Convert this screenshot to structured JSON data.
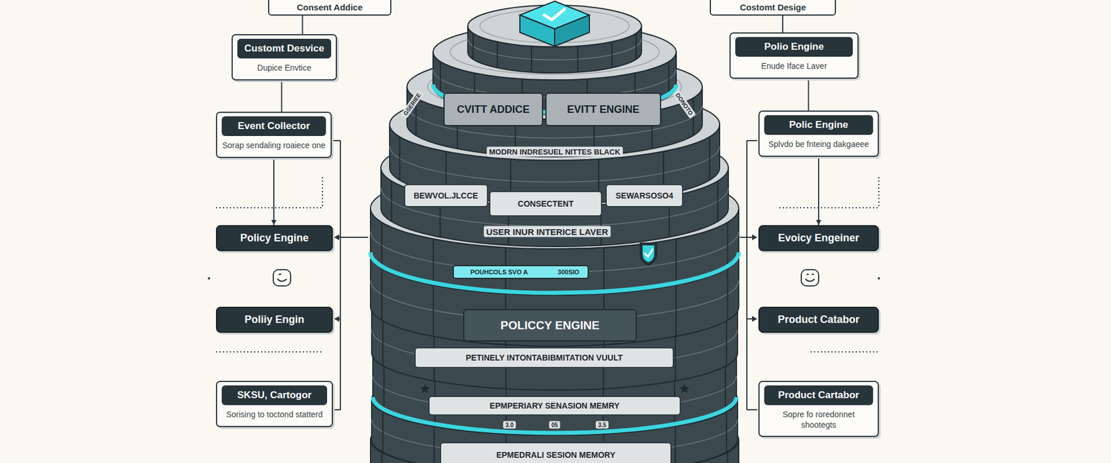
{
  "diagram": {
    "nodes": [
      {
        "text": [
          "Consent Addice"
        ]
      },
      {
        "text": [
          "Customt Desvice",
          "Dupice Envtice"
        ]
      },
      {
        "text": [
          "Event Collector",
          "Sorap sendaling roaiece one"
        ]
      },
      {
        "text": [
          "Policy Engine"
        ]
      },
      {
        "text": [
          "Poliiy Engin"
        ]
      },
      {
        "text": [
          "SKSU, Cartogor",
          "Sorising to toctond statterd"
        ]
      },
      {
        "text": [
          "CVITT ADDICE"
        ]
      },
      {
        "text": [
          "EVITT ENGINE"
        ]
      },
      {
        "text": [
          "BEWVOL.JLCCE"
        ]
      },
      {
        "text": [
          "CONSECTENT"
        ]
      },
      {
        "text": [
          "SEWARSOSO4"
        ]
      },
      {
        "text": [
          "POLICCY ENGINE"
        ]
      },
      {
        "text": [
          "PETINELY INTONTABIBMITATION VUULT"
        ]
      },
      {
        "text": [
          "EPMPERIARY SENASION MEMRY"
        ]
      },
      {
        "text": [
          "EPMEDRALI SESION MEMORY"
        ]
      },
      {
        "text": [
          "Costomt Desige"
        ]
      },
      {
        "text": [
          "Polio Engine",
          "Enude Iface Laver"
        ]
      },
      {
        "text": [
          "Polic Engine",
          "Splvdo be fnteing dakgaeee"
        ]
      },
      {
        "text": [
          "Evoicy Engeiner"
        ]
      },
      {
        "text": [
          "Product Catabor"
        ]
      },
      {
        "text": [
          "Product Cartabor",
          "Sopre fo roredonnet shootegts"
        ]
      }
    ],
    "edges": [
      {
        "from": 0,
        "to": 1,
        "arrow": "none"
      },
      {
        "from": 1,
        "to": 2,
        "arrow": "none"
      },
      {
        "from": 2,
        "to": 3,
        "arrow": "to"
      },
      {
        "from": 15,
        "to": 16,
        "arrow": "none"
      },
      {
        "from": 16,
        "to": 17,
        "arrow": "none"
      },
      {
        "from": 17,
        "to": 18,
        "arrow": "to"
      }
    ],
    "labels": [
      "GSERIEE",
      "DONOTO",
      "MODRN INDRESUEL NITTES BLACK",
      "USER INUR INTERICE LAVER",
      "POUHCOLS SVO A",
      "300SIO",
      "3.0",
      "05",
      "3.5"
    ]
  }
}
